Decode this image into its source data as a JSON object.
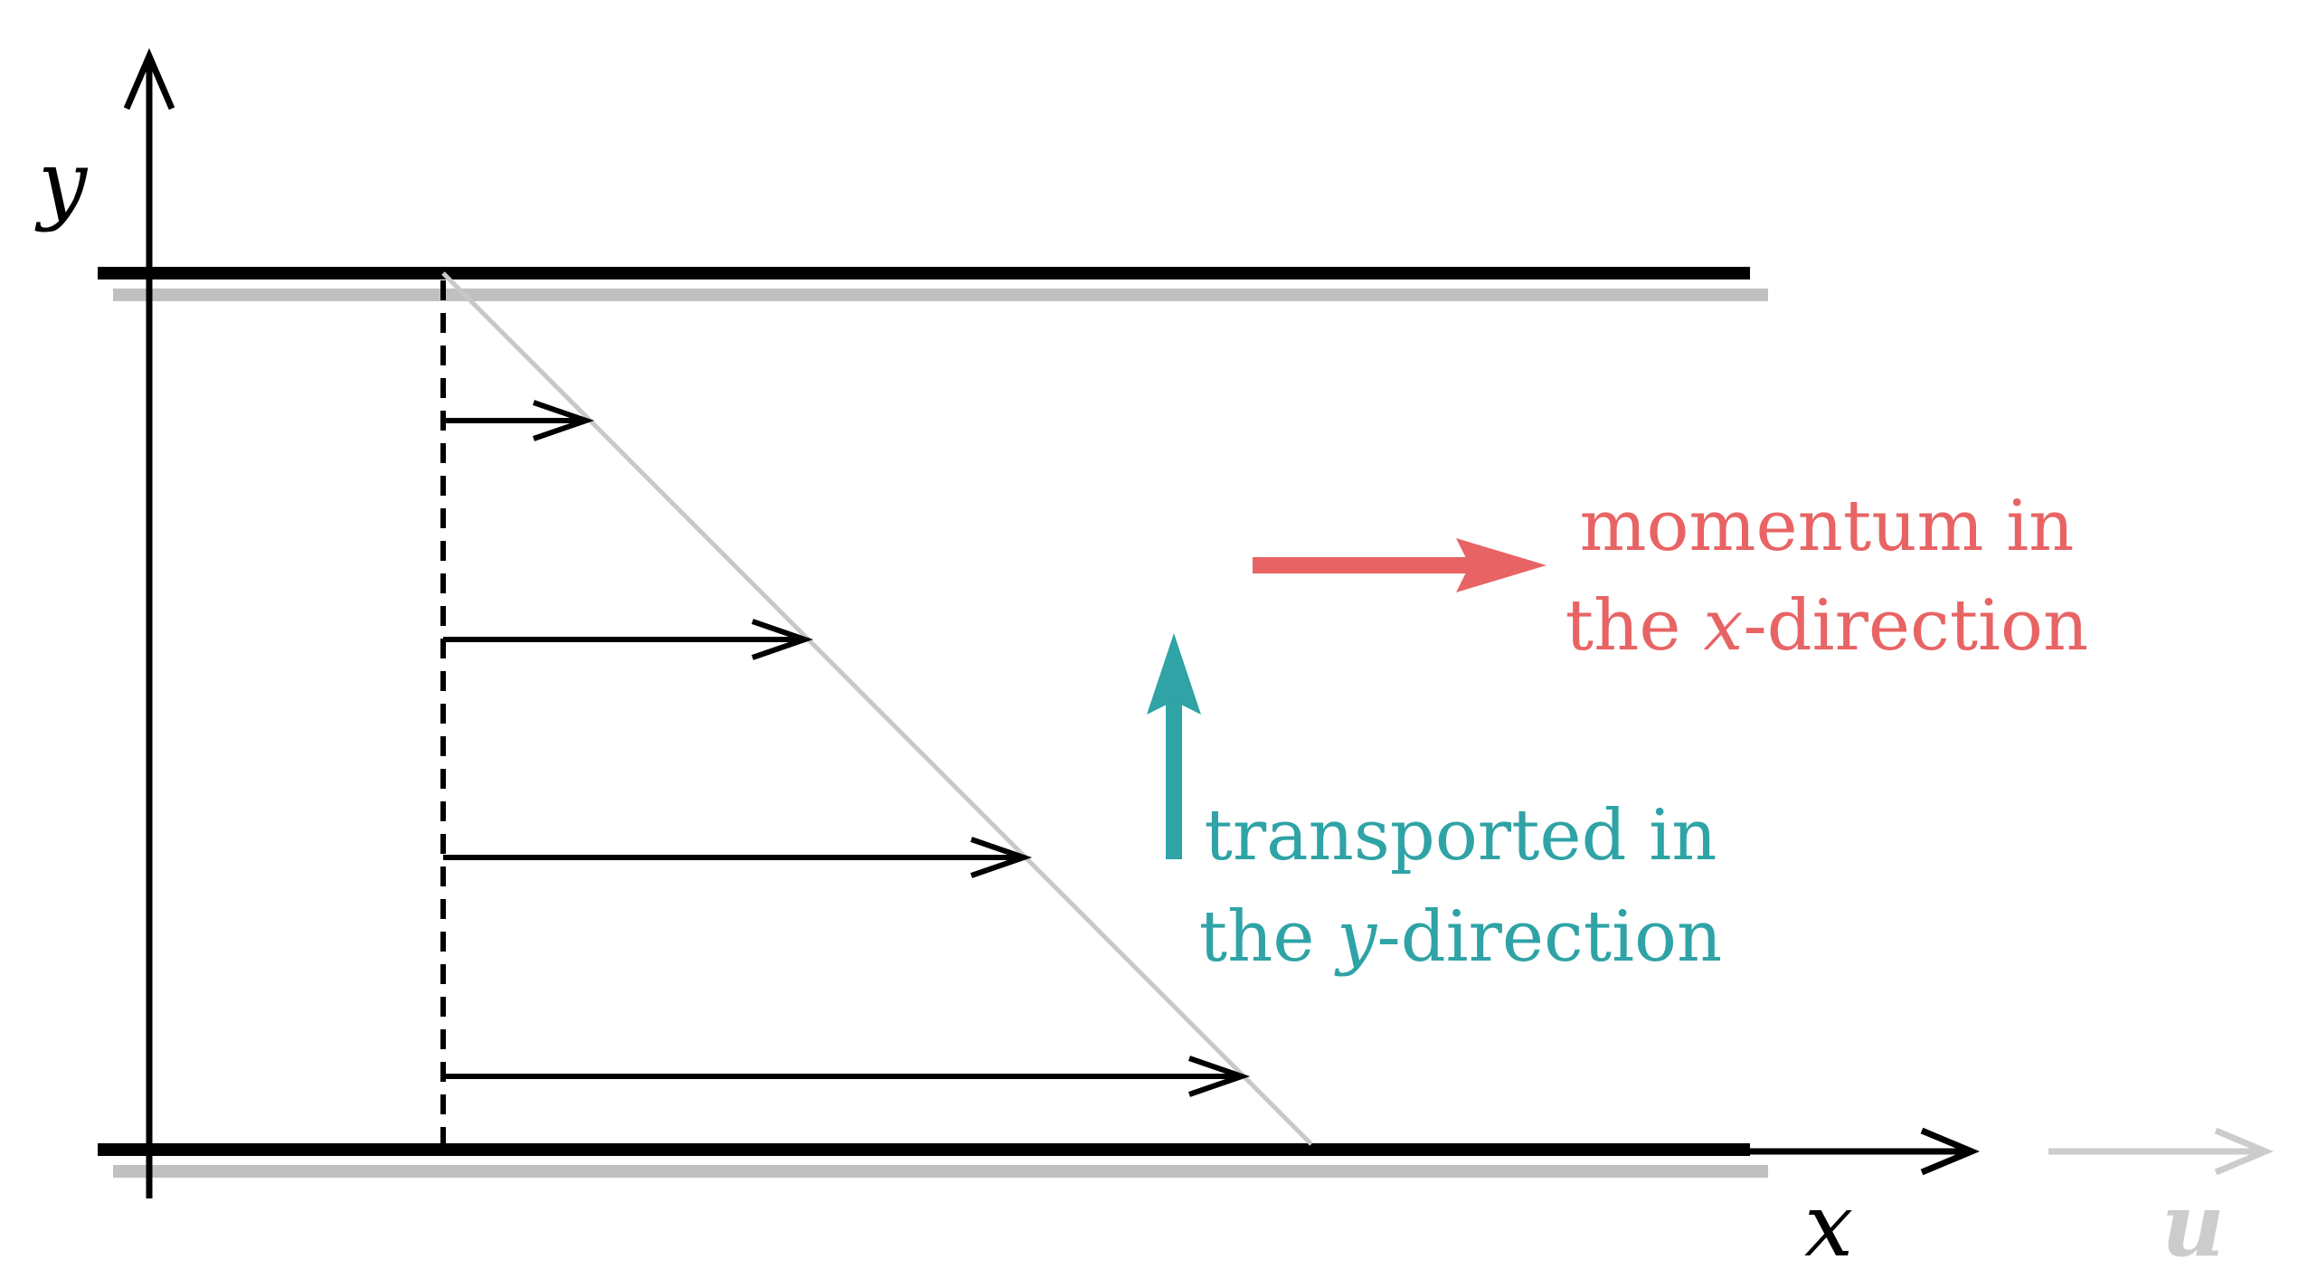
{
  "axes": {
    "y_label": "y",
    "x_label": "x",
    "u_label": "u"
  },
  "labels": {
    "momentum": {
      "line1": "momentum in",
      "line2_pre": "the ",
      "line2_var": "x",
      "line2_post": "-direction"
    },
    "transport": {
      "line1": "transported in",
      "line2_pre": "the ",
      "line2_var": "y",
      "line2_post": "-direction"
    }
  },
  "colors": {
    "axis": "#000000",
    "plate": "#000000",
    "plate_shadow": "#c0c0c0",
    "profile_line": "#c8c8c8",
    "u_axis": "#cccccc",
    "momentum": "#e86464",
    "transport": "#2fa3a6"
  },
  "velocity_profile": {
    "arrow_count": 4,
    "relative_lengths": [
      0.2,
      0.4,
      0.6,
      0.8
    ]
  }
}
